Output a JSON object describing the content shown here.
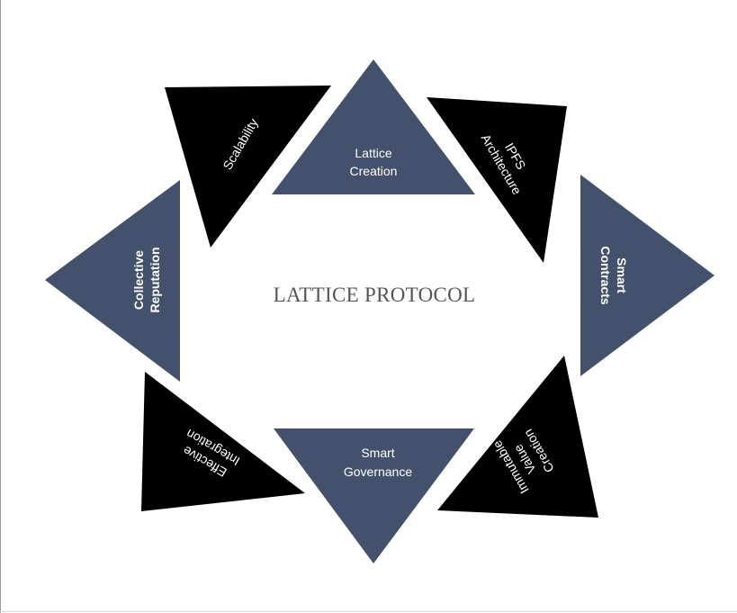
{
  "diagram": {
    "title": "LATTICE PROTOCOL",
    "segments": [
      {
        "name": "lattice-creation",
        "lines": [
          "Lattice",
          "Creation"
        ],
        "color": "#43516c"
      },
      {
        "name": "ipfs-architecture",
        "lines": [
          "IPFS",
          "Architecture"
        ],
        "color": "#000000"
      },
      {
        "name": "smart-contracts",
        "lines": [
          "Smart",
          "Contracts"
        ],
        "color": "#43516c"
      },
      {
        "name": "immutable-value-creation",
        "lines": [
          "Immutable",
          "Value",
          "Creation"
        ],
        "color": "#000000"
      },
      {
        "name": "smart-governance",
        "lines": [
          "Smart",
          "Governance"
        ],
        "color": "#43516c"
      },
      {
        "name": "effective-integration",
        "lines": [
          "Effective",
          "Integration"
        ],
        "color": "#000000"
      },
      {
        "name": "collective-reputation",
        "lines": [
          "Collective",
          "Reputation"
        ],
        "color": "#43516c"
      },
      {
        "name": "scalability",
        "lines": [
          "Scalability"
        ],
        "color": "#000000"
      }
    ]
  }
}
